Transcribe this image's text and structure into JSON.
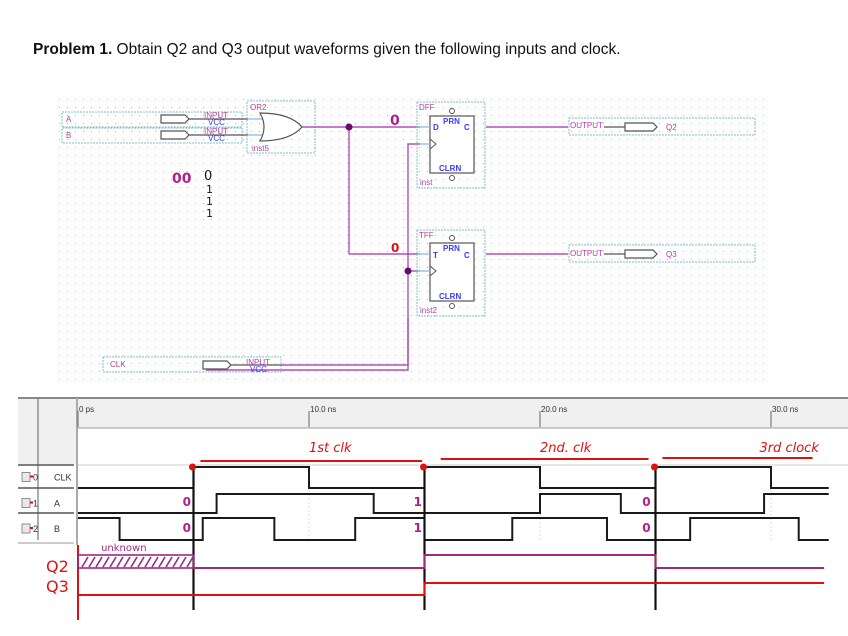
{
  "problem": {
    "number_label": "Problem 1.",
    "text": " Obtain Q2 and Q3 output waveforms given the following inputs and clock."
  },
  "schematic": {
    "inputs": [
      {
        "name": "A",
        "type_label": "INPUT",
        "sub_label": "VCC"
      },
      {
        "name": "B",
        "type_label": "INPUT",
        "sub_label": "VCC"
      },
      {
        "name": "CLK",
        "type_label": "INPUT",
        "sub_label": "VCC"
      }
    ],
    "or_gate": {
      "type_label": "OR2",
      "instance": "inst5"
    },
    "dff": {
      "type_label": "DFF",
      "instance": "inst",
      "pins": {
        "d": "D",
        "q": "C",
        "prn": "PRN",
        "clrn": "CLRN"
      }
    },
    "tff": {
      "type_label": "TFF",
      "instance": "inst2",
      "pins": {
        "t": "T",
        "q": "C",
        "prn": "PRN",
        "clrn": "CLRN"
      }
    },
    "outputs": [
      {
        "name": "Q2",
        "type_label": "OUTPUT"
      },
      {
        "name": "Q3",
        "type_label": "OUTPUT"
      }
    ],
    "annotations": {
      "ab_zeros": "00",
      "truth_column": [
        "0",
        "1",
        "1",
        "1"
      ],
      "d_input_mark": "0",
      "t_input_mark": "0"
    }
  },
  "waveform": {
    "time_unit": "ns",
    "time_ticks": [
      {
        "t": 0,
        "label": "0 ps"
      },
      {
        "t": 10,
        "label": "10.0 ns"
      },
      {
        "t": 20,
        "label": "20.0 ns"
      },
      {
        "t": 30,
        "label": "30.0 ns"
      }
    ],
    "t_end": 32.5,
    "signals": [
      {
        "index": "0",
        "name": "CLK",
        "initial": 0,
        "transitions": [
          5,
          10,
          15,
          20,
          25,
          30
        ]
      },
      {
        "index": "1",
        "name": "A",
        "initial": 0,
        "transitions": [
          6,
          12.8,
          20,
          23.5,
          29.7
        ]
      },
      {
        "index": "2",
        "name": "B",
        "initial": 1,
        "transitions": [
          1.8,
          5.4,
          8.5,
          12,
          15,
          18.8,
          22.9,
          26.5,
          31.2
        ]
      }
    ],
    "annotations": {
      "clock_labels": [
        {
          "t": 10,
          "text": "1st clk"
        },
        {
          "t": 20,
          "text": "2nd. clk"
        },
        {
          "t": 29.5,
          "text": "3rd clock"
        }
      ],
      "edge_marks": [
        5,
        15,
        25
      ],
      "input_marks": [
        {
          "t": 4.7,
          "signal": "A",
          "text": "0"
        },
        {
          "t": 4.7,
          "signal": "B",
          "text": "0"
        },
        {
          "t": 14.7,
          "signal": "A",
          "text": "1"
        },
        {
          "t": 14.7,
          "signal": "B",
          "text": "1"
        },
        {
          "t": 24.6,
          "signal": "A",
          "text": "0"
        },
        {
          "t": 24.6,
          "signal": "B",
          "text": "0"
        }
      ],
      "unknown_label": "unknown",
      "outputs": [
        {
          "name": "Q2",
          "unknown_until": 5,
          "initial": 0,
          "transitions": [
            15,
            25
          ],
          "color": "#a0287f"
        },
        {
          "name": "Q3",
          "initial": 0,
          "transitions": [
            15
          ],
          "color": "#e01010"
        }
      ]
    }
  },
  "colors": {
    "wire": "#b050b8",
    "box_dashed": "#7fbfc0",
    "pin_blue": "#3a3aff",
    "label_magenta": "#b040a8",
    "junction": "#6a0a6a",
    "ink_red": "#e01010",
    "ink_magenta": "#a0287f",
    "wave": "#1a1a1a"
  }
}
